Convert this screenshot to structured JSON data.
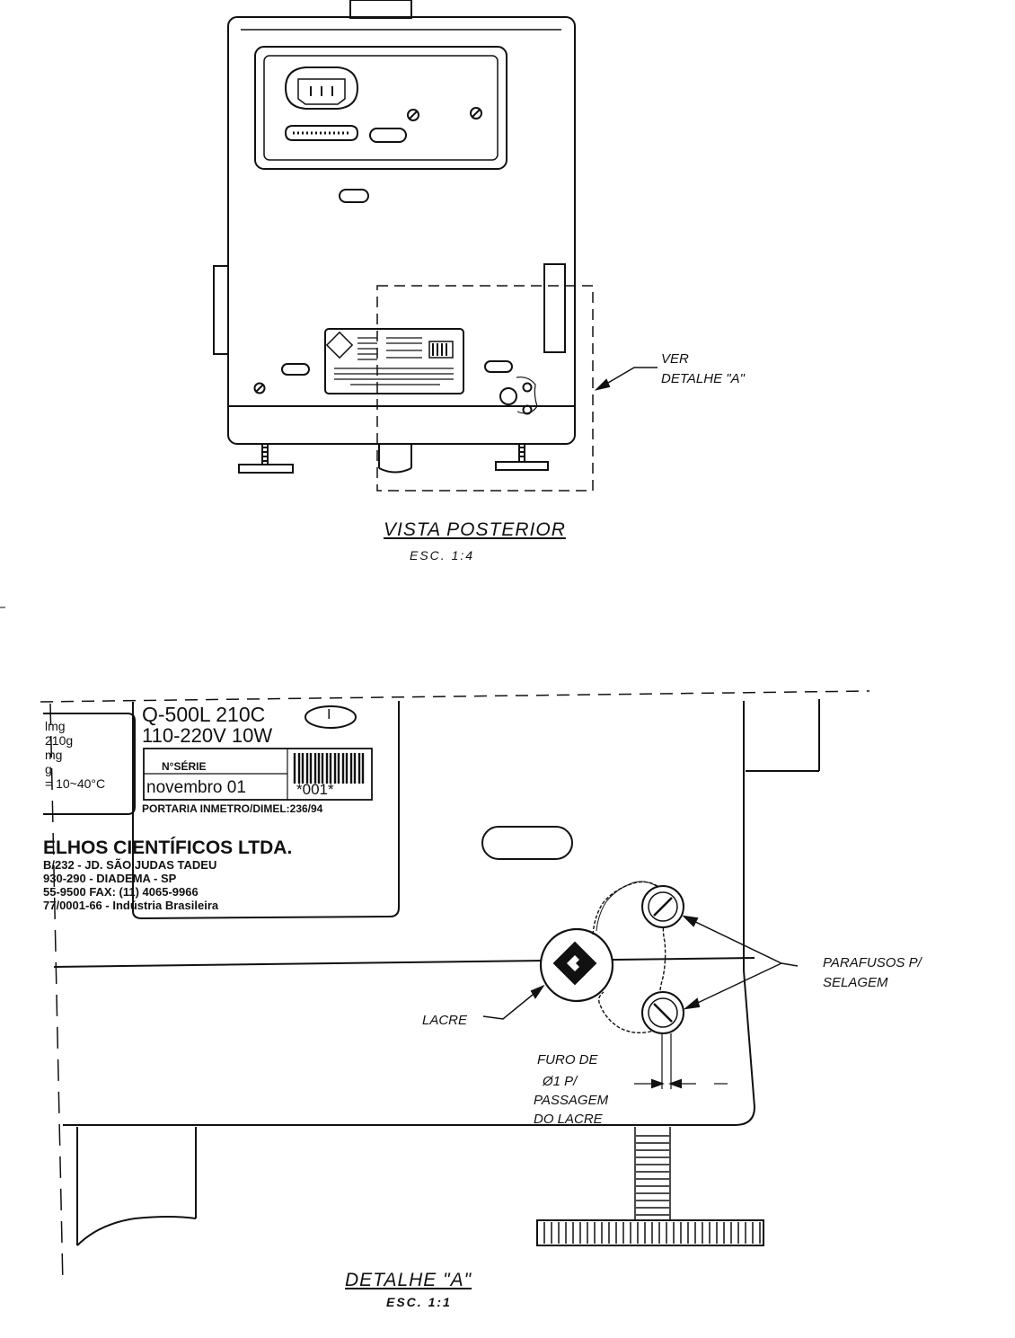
{
  "rear_view": {
    "title": "VISTA POSTERIOR",
    "scale": "ESC. 1:4",
    "callout_line1": "VER",
    "callout_line2": "DETALHE \"A\""
  },
  "detail_view": {
    "title": "DETALHE \"A\"",
    "scale": "ESC. 1:1",
    "plate": {
      "spec_left": [
        "lmg",
        "210g",
        "mg",
        "g",
        "= 10~40°C"
      ],
      "model": "Q-500L 210C",
      "class_mark": "I",
      "voltage": "110-220V 10W",
      "serial_label": "N°SÉRIE",
      "date": "novembro 01",
      "serial_number": "*001*",
      "portaria": "PORTARIA INMETRO/DIMEL:236/94",
      "company": "ELHOS CIENTÍFICOS LTDA.",
      "address_lines": [
        "B/232 - JD. SÃO JUDAS TADEU",
        "930-290 - DIADEMA - SP",
        "55-9500 FAX: (11) 4065-9966",
        "77/0001-66 - Indústria Brasileira"
      ]
    },
    "labels": {
      "screws_line1": "PARAFUSOS  P/",
      "screws_line2": "SELAGEM",
      "seal": "LACRE",
      "hole_line1": "FURO  DE",
      "hole_line2": "Ø1  P/",
      "hole_line3": "PASSAGEM",
      "hole_line4": "DO  LACRE"
    }
  }
}
